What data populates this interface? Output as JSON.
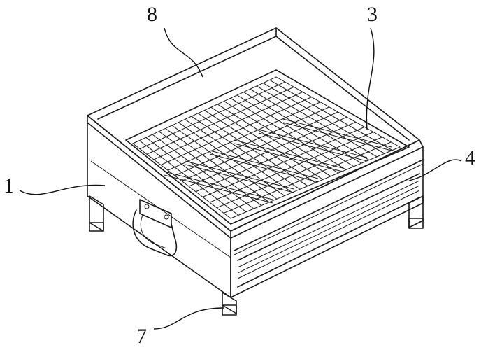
{
  "labels": {
    "part_1": "1",
    "part_3": "3",
    "part_4": "4",
    "part_7": "7",
    "part_8": "8"
  },
  "colors": {
    "line": "#1a1a1a",
    "background": "#ffffff"
  }
}
